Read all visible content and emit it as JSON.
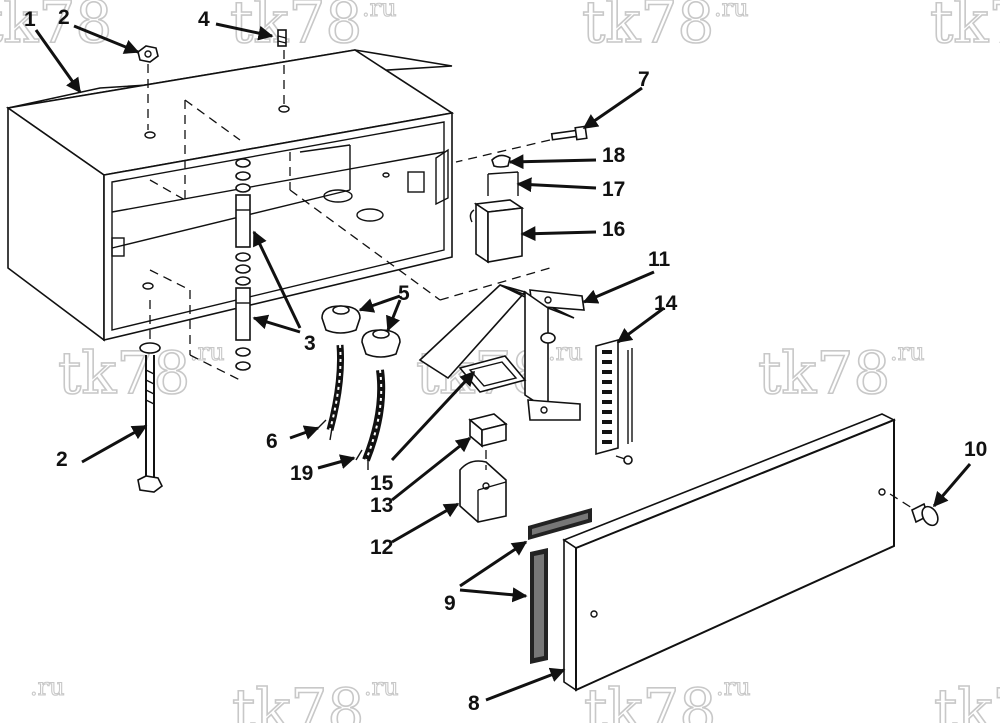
{
  "watermark": {
    "text": "tk78",
    "suffix": ".ru"
  },
  "callouts": {
    "c1": "1",
    "c2a": "2",
    "c2b": "2",
    "c3": "3",
    "c4": "4",
    "c5": "5",
    "c6": "6",
    "c7": "7",
    "c8": "8",
    "c9": "9",
    "c10": "10",
    "c11": "11",
    "c12": "12",
    "c13": "13",
    "c14": "14",
    "c15": "15",
    "c16": "16",
    "c17": "17",
    "c18": "18",
    "c19": "19"
  }
}
